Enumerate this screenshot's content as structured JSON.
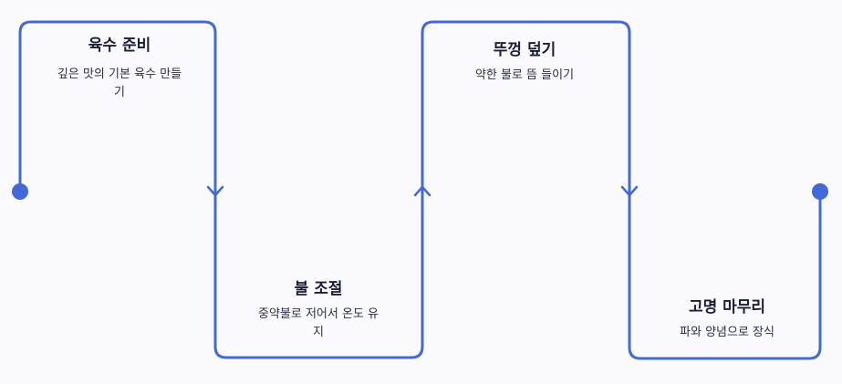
{
  "diagram": {
    "line_color": "#4469d6",
    "background": "#fafaff",
    "steps": [
      {
        "title": "육수 준비",
        "description": "깊은 맛의 기본 육수 만들기"
      },
      {
        "title": "불 조절",
        "description": "중약불로 저어서 온도 유지"
      },
      {
        "title": "뚜껑 덮기",
        "description": "약한 불로 뜸 들이기"
      },
      {
        "title": "고명 마무리",
        "description": "파와 양념으로 장식"
      }
    ]
  }
}
